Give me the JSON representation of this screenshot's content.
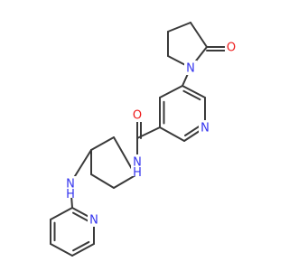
{
  "colors": {
    "bond": "#3a3a3a",
    "nitrogen": "#3333ee",
    "oxygen": "#ee1a1a",
    "background": "#ffffff"
  },
  "atoms": {
    "amide_o": {
      "symbol": "O",
      "element": "oxygen"
    },
    "amide_n": {
      "symbol": "N",
      "element": "nitrogen",
      "hydrogen": "H"
    },
    "amine_n": {
      "symbol": "N",
      "element": "nitrogen",
      "hydrogen": "H"
    },
    "pyrrolidinone_o": {
      "symbol": "O",
      "element": "oxygen"
    },
    "pyrrolidinone_n": {
      "symbol": "N",
      "element": "nitrogen"
    },
    "pyridine_n": {
      "symbol": "N",
      "element": "nitrogen"
    },
    "lower_pyridine_n": {
      "symbol": "N",
      "element": "nitrogen"
    }
  }
}
